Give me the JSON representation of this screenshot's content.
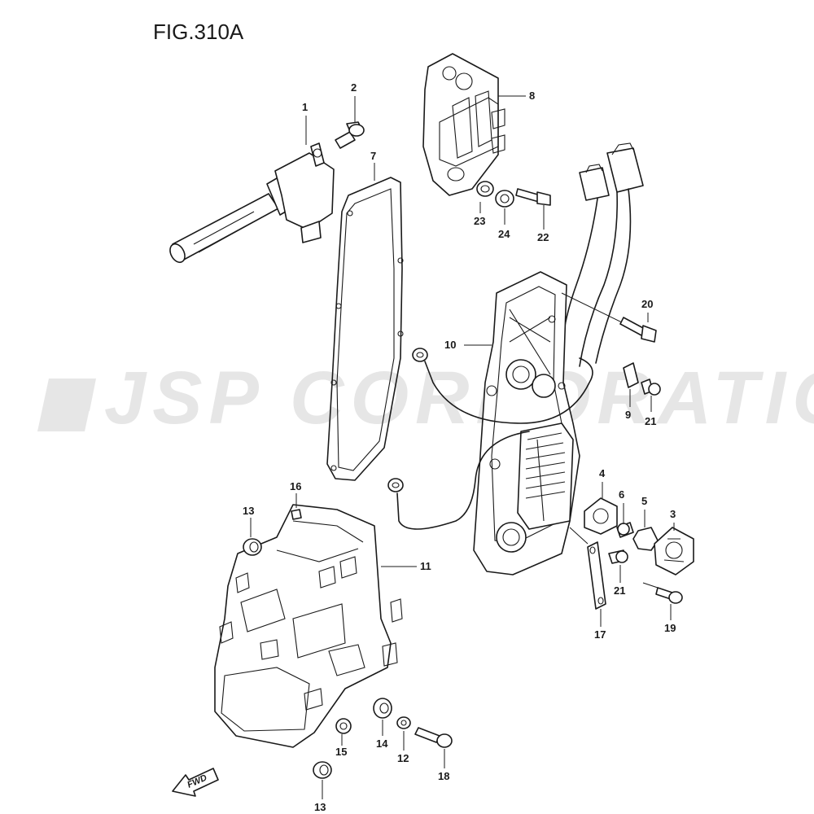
{
  "figure": {
    "title": "FIG.310A"
  },
  "watermark": {
    "text": "JSP CORPORATION"
  },
  "direction": {
    "label": "FWD"
  },
  "callouts": [
    {
      "id": "c1",
      "label": "1"
    },
    {
      "id": "c2",
      "label": "2"
    },
    {
      "id": "c3",
      "label": "3"
    },
    {
      "id": "c4",
      "label": "4"
    },
    {
      "id": "c5",
      "label": "5"
    },
    {
      "id": "c6",
      "label": "6"
    },
    {
      "id": "c7",
      "label": "7"
    },
    {
      "id": "c8",
      "label": "8"
    },
    {
      "id": "c9",
      "label": "9"
    },
    {
      "id": "c10",
      "label": "10"
    },
    {
      "id": "c11",
      "label": "11"
    },
    {
      "id": "c12",
      "label": "12"
    },
    {
      "id": "c13a",
      "label": "13"
    },
    {
      "id": "c13b",
      "label": "13"
    },
    {
      "id": "c14",
      "label": "14"
    },
    {
      "id": "c15",
      "label": "15"
    },
    {
      "id": "c16",
      "label": "16"
    },
    {
      "id": "c17",
      "label": "17"
    },
    {
      "id": "c18",
      "label": "18"
    },
    {
      "id": "c19",
      "label": "19"
    },
    {
      "id": "c20",
      "label": "20"
    },
    {
      "id": "c21a",
      "label": "21"
    },
    {
      "id": "c21b",
      "label": "21"
    },
    {
      "id": "c22",
      "label": "22"
    },
    {
      "id": "c23",
      "label": "23"
    },
    {
      "id": "c24",
      "label": "24"
    }
  ]
}
